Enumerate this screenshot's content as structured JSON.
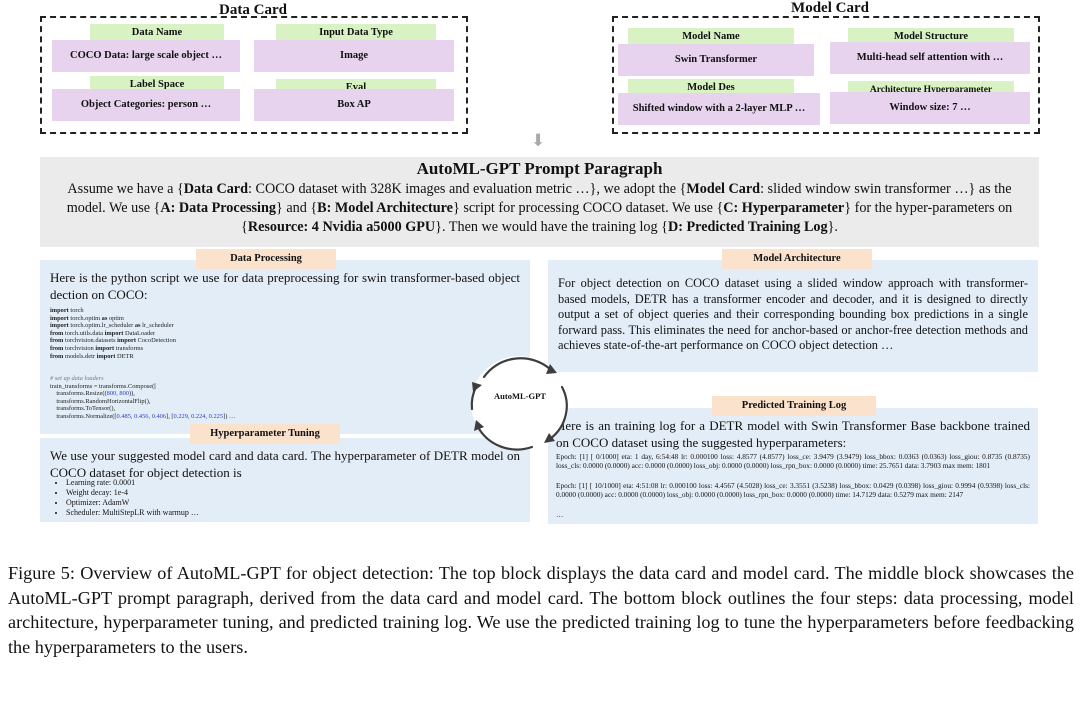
{
  "data_card": {
    "title": "Data Card",
    "cells": [
      {
        "head": "Data Name",
        "value": "COCO Data: large scale object …"
      },
      {
        "head": "Input Data Type",
        "value": "Image"
      },
      {
        "head": "Label Space",
        "value": "Object Categories: person …"
      },
      {
        "head": "Eval",
        "value": "Box AP"
      }
    ]
  },
  "model_card": {
    "title": "Model Card",
    "cells": [
      {
        "head": "Model Name",
        "value": "Swin Transformer"
      },
      {
        "head": "Model Structure",
        "value": "Multi-head self attention with …"
      },
      {
        "head": "Model Des",
        "value": "Shifted window with a 2-layer MLP …"
      },
      {
        "head": "Architecture Hyperparameter",
        "value": "Window size: 7 …"
      }
    ]
  },
  "arrow_glyph": "⬇",
  "prompt": {
    "title": "AutoML-GPT Prompt Paragraph",
    "parts": [
      {
        "t": "Assume we have a {",
        "b": false
      },
      {
        "t": "Data Card",
        "b": true
      },
      {
        "t": ": COCO dataset with 328K images and evaluation metric …}, we adopt the {",
        "b": false
      },
      {
        "t": "Model Card",
        "b": true
      },
      {
        "t": ": slided window swin transformer …} as the model. We use {",
        "b": false
      },
      {
        "t": "A: Data Processing",
        "b": true
      },
      {
        "t": "} and {",
        "b": false
      },
      {
        "t": "B: Model Architecture",
        "b": true
      },
      {
        "t": "} script for processing COCO dataset. We use {",
        "b": false
      },
      {
        "t": "C: Hyperparameter",
        "b": true
      },
      {
        "t": "} for the hyper-parameters on {",
        "b": false
      },
      {
        "t": "Resource: 4 Nvidia a5000 GPU",
        "b": true
      },
      {
        "t": "}. Then we would have the training log {",
        "b": false
      },
      {
        "t": "D: Predicted Training Log",
        "b": true
      },
      {
        "t": "}.",
        "b": false
      }
    ]
  },
  "data_processing": {
    "tag": "Data Processing",
    "text": "Here is the python script we use for data preprocessing for swin transformer-based object dection on COCO:",
    "code_imports": [
      [
        [
          "kw",
          "import"
        ],
        [
          "t",
          " torch"
        ]
      ],
      [
        [
          "kw",
          "import"
        ],
        [
          "t",
          " torch.optim "
        ],
        [
          "kw",
          "as"
        ],
        [
          "t",
          " optim"
        ]
      ],
      [
        [
          "kw",
          "import"
        ],
        [
          "t",
          " torch.optim.lr_scheduler "
        ],
        [
          "kw",
          "as"
        ],
        [
          "t",
          " lr_scheduler"
        ]
      ],
      [
        [
          "kw",
          "from"
        ],
        [
          "t",
          " torch.utils.data "
        ],
        [
          "kw",
          "import"
        ],
        [
          "t",
          " DataLoader"
        ]
      ],
      [
        [
          "kw",
          "from"
        ],
        [
          "t",
          " torchvision.datasets "
        ],
        [
          "kw",
          "import"
        ],
        [
          "t",
          " CocoDetection"
        ]
      ],
      [
        [
          "kw",
          "from"
        ],
        [
          "t",
          " torchvision "
        ],
        [
          "kw",
          "import"
        ],
        [
          "t",
          " transforms"
        ]
      ],
      [
        [
          "kw",
          "from"
        ],
        [
          "t",
          " models.detr "
        ],
        [
          "kw",
          "import"
        ],
        [
          "t",
          " DETR"
        ]
      ]
    ],
    "code_transforms": [
      [
        [
          "cm",
          "# set up data loaders"
        ]
      ],
      [
        [
          "t",
          "train_transforms = transforms.Compose(["
        ]
      ],
      [
        [
          "t",
          "    transforms.Resize(("
        ],
        [
          "num",
          "800, 800"
        ],
        [
          "t",
          ")),"
        ]
      ],
      [
        [
          "t",
          "    transforms.RandomHorizontalFlip(),"
        ]
      ],
      [
        [
          "t",
          "    transforms.ToTensor(),"
        ]
      ],
      [
        [
          "t",
          "    transforms.Normalize(["
        ],
        [
          "num",
          "0.485, 0.456, 0.406"
        ],
        [
          "t",
          "], ["
        ],
        [
          "num",
          "0.229, 0.224, 0.225"
        ],
        [
          "t",
          "]) …"
        ]
      ]
    ]
  },
  "hyperparameter_tuning": {
    "tag": "Hyperparameter Tuning",
    "text": "We use your suggested model card and data card. The hyperparameter of DETR model on COCO dataset for object detection is",
    "bullets": [
      "Learning rate: 0.0001",
      "Weight decay: 1e-4",
      "Optimizer: AdamW",
      "Scheduler: MultiStepLR with warmup …"
    ]
  },
  "model_architecture": {
    "tag": "Model Architecture",
    "text": "For object detection on COCO dataset using a slided window approach with transformer-based models, DETR has a transformer encoder and decoder, and it is designed to directly output a set of object queries and their corresponding bounding box predictions in a single forward pass. This eliminates the need for anchor-based or anchor-free detection methods and achieves state-of-the-art performance on COCO object detection …"
  },
  "predicted_log": {
    "tag": "Predicted Training Log",
    "text": "Here is an training log for a DETR model with Swin Transformer Base backbone trained on COCO dataset using the suggested hyperparameters:",
    "log": "Epoch: [1] [ 0/1000] eta: 1 day, 6:54:48 lr: 0.000100 loss: 4.8577 (4.8577) loss_ce: 3.9479 (3.9479) loss_bbox: 0.0363 (0.0363) loss_giou: 0.8735 (0.8735) loss_cls: 0.0000 (0.0000) acc: 0.0000 (0.0000) loss_obj: 0.0000 (0.0000) loss_rpn_box: 0.0000 (0.0000) time: 25.7651 data: 3.7903 max mem: 1801",
    "log2": "Epoch: [1] [ 10/1000] eta: 4:51:08 lr: 0.000100 loss: 4.4567 (4.5028) loss_ce: 3.3551 (3.5238) loss_bbox: 0.0429 (0.0398) loss_giou: 0.9994 (0.9398) loss_cls: 0.0000 (0.0000) acc: 0.0000 (0.0000) loss_obj: 0.0000 (0.0000) loss_rpn_box: 0.0000 (0.0000) time: 14.7129 data: 0.5279 max mem: 2147",
    "ellipsis": "…"
  },
  "center_label": "AutoML-GPT",
  "caption": "Figure 5: Overview of AutoML-GPT for object detection: The top block displays the data card and model card. The middle block showcases the AutoML-GPT prompt paragraph, derived from the data card and model card. The bottom block outlines the four steps: data processing, model architecture, hyperparameter tuning, and predicted training log. We use the predicted training log to tune the hyperparameters before feedbacking the hyperparameters to the users."
}
